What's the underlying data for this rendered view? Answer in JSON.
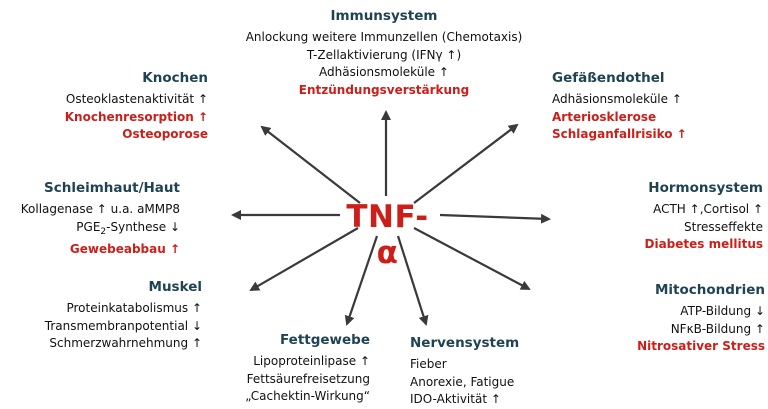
{
  "center_label": "TNF-α",
  "colors": {
    "title": "#1f4352",
    "highlight": "#cc1f1a",
    "text": "#111111",
    "arrow": "#3a3a3a"
  },
  "groups": {
    "immun": {
      "title": "Immunsystem",
      "lines": [
        {
          "text": "Anlockung weitere Immunzellen (Chemotaxis)",
          "red": false
        },
        {
          "text": "T-Zellaktivierung (IFNγ ↑)",
          "red": false
        },
        {
          "text": "Adhäsionsmoleküle ↑",
          "red": false
        },
        {
          "text": "Entzündungsverstärkung",
          "red": true
        }
      ]
    },
    "knochen": {
      "title": "Knochen",
      "lines": [
        {
          "text": "Osteoklastenaktivität ↑",
          "red": false
        },
        {
          "text": "Knochenresorption ↑",
          "red": true
        },
        {
          "text": "Osteoporose",
          "red": true
        }
      ]
    },
    "gefaess": {
      "title": "Gefäßendothel",
      "lines": [
        {
          "text": "Adhäsionsmoleküle ↑",
          "red": false
        },
        {
          "text": "Arteriosklerose",
          "red": true
        },
        {
          "text": "Schlaganfallrisiko ↑",
          "red": true
        }
      ]
    },
    "schleim": {
      "title": "Schleimhaut/Haut",
      "lines": [
        {
          "text": "Kollagenase ↑ u.a. aMMP8",
          "red": false
        },
        {
          "text": "PGE",
          "sub": "2",
          "rest": "-Synthese ↓",
          "red": false
        },
        {
          "text": "Gewebeabbau ↑",
          "red": true
        }
      ]
    },
    "hormon": {
      "title": "Hormonsystem",
      "lines": [
        {
          "text": "ACTH ↑,Cortisol ↑",
          "red": false
        },
        {
          "text": "Stresseffekte",
          "red": false
        },
        {
          "text": "Diabetes mellitus",
          "red": true
        }
      ]
    },
    "muskel": {
      "title": "Muskel",
      "lines": [
        {
          "text": "Proteinkatabolismus ↑",
          "red": false
        },
        {
          "text": "Transmembranpotential ↓",
          "red": false
        },
        {
          "text": "Schmerzwahrnehmung ↑",
          "red": false
        }
      ]
    },
    "mito": {
      "title": "Mitochondrien",
      "lines": [
        {
          "text": "ATP-Bildung ↓",
          "red": false
        },
        {
          "text": "NFκB-Bildung ↑",
          "red": false
        },
        {
          "text": "Nitrosativer Stress",
          "red": true
        }
      ]
    },
    "fett": {
      "title": "Fettgewebe",
      "lines": [
        {
          "text": "Lipoproteinlipase ↑",
          "red": false
        },
        {
          "text": "Fettsäurefreisetzung",
          "red": false
        },
        {
          "text": "„Cachektin-Wirkung“",
          "red": false
        }
      ]
    },
    "nerven": {
      "title": "Nervensystem",
      "lines": [
        {
          "text": "Fieber",
          "red": false
        },
        {
          "text": "Anorexie, Fatigue",
          "red": false
        },
        {
          "text": "IDO-Aktivität ↑",
          "red": false
        }
      ]
    }
  }
}
